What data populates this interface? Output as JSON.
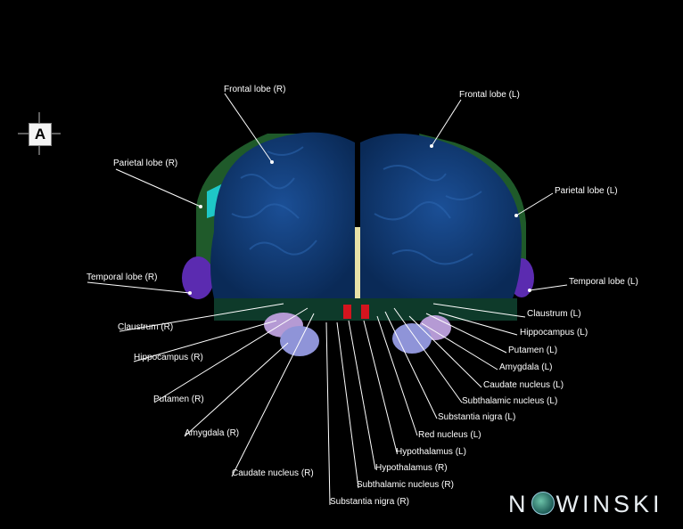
{
  "orientation": {
    "letter": "A"
  },
  "watermark": {
    "text_pre": "N",
    "text_post": "WINSKI",
    "icon": "globe-logo-icon"
  },
  "labels": {
    "frontal_r": "Frontal lobe (R)",
    "frontal_l": "Frontal lobe (L)",
    "parietal_r": "Parietal lobe (R)",
    "parietal_l": "Parietal lobe (L)",
    "temporal_r": "Temporal lobe (R)",
    "temporal_l": "Temporal lobe (L)",
    "claustrum_r": "Claustrum (R)",
    "claustrum_l": "Claustrum (L)",
    "hippocampus_r": "Hippocampus (R)",
    "hippocampus_l": "Hippocampus (L)",
    "putamen_r": "Putamen (R)",
    "putamen_l": "Putamen (L)",
    "amygdala_r": "Amygdala (R)",
    "amygdala_l": "Amygdala (L)",
    "caudate_r": "Caudate nucleus (R)",
    "caudate_l": "Caudate nucleus (L)",
    "subthalamic_r": "Subthalamic nucleus (R)",
    "subthalamic_l": "Subthalamic nucleus (L)",
    "nigra_r": "Substantia nigra (R)",
    "nigra_l": "Substantia nigra (L)",
    "red_l": "Red nucleus (L)",
    "hypothalamus_l": "Hypothalamus (L)",
    "hypothalamus_r": "Hypothalamus (R)"
  },
  "colors": {
    "frontal": "#0f3a74",
    "parietal": "#1f5a2a",
    "temporal": "#5b2bb0",
    "amygdala": "#8f94d8",
    "hippocampus": "#b59ad4",
    "red_nucleus": "#d4141e",
    "leader_line": "#ffffff"
  }
}
